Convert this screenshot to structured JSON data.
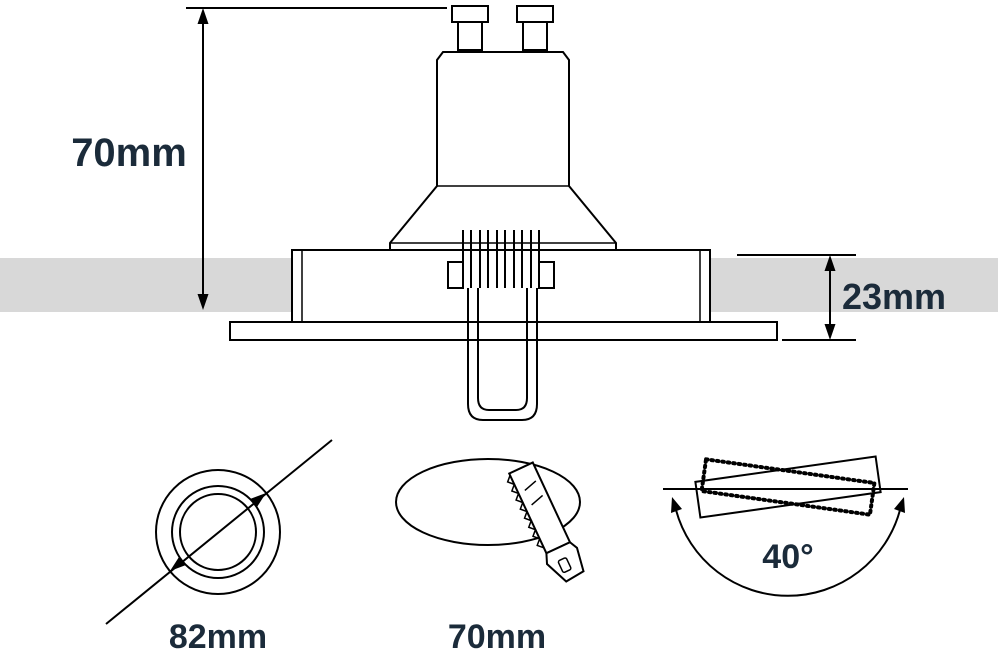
{
  "labels": {
    "height": "70mm",
    "recess_depth": "23mm",
    "cutout_diameter": "82mm",
    "hole_diameter": "70mm",
    "tilt_angle": "40°"
  },
  "icons": {
    "diameter": "circle-with-diagonal-diameter-arrow",
    "cutting": "saw-cutting-oval-hole",
    "tilt": "tiltable-fixture-with-rotation-arc"
  },
  "colors": {
    "line": "#000000",
    "band": "#d8d8d8",
    "text": "#1b2b3a",
    "fill": "#ffffff"
  }
}
